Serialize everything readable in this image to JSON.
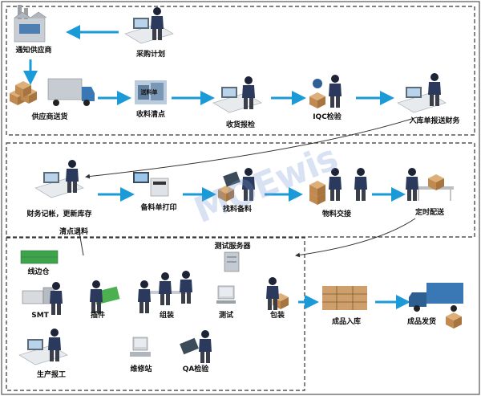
{
  "diagram": {
    "labels": {
      "notify_supplier": "通知供应商",
      "purchase_plan": "采购计划",
      "supplier_delivery": "供应商送货",
      "receive_check": "收料清点",
      "receive_inspect": "收货报检",
      "iqc": "IQC检验",
      "warehouse_finance": "入库单报送财务",
      "finance_book": "财务记帐，更新库存",
      "return_material": "清点退料",
      "picklist_print": "备料单打印",
      "find_material": "找料备料",
      "material_handover": "物料交接",
      "scheduled_delivery": "定时配送",
      "test_server": "测试服务器",
      "line_side_storage": "线边仓",
      "smt": "SMT",
      "insertion": "插件",
      "assembly": "组装",
      "testing": "测试",
      "packing": "包装",
      "finished_storage": "成品入库",
      "finished_shipping": "成品发货",
      "production_report": "生产报工",
      "repair_station": "维修站",
      "qa_inspection": "QA检验",
      "delivery_note": "送料单"
    },
    "watermark": "MOEwis",
    "colors": {
      "arrow": "#1a9bd7",
      "border": "#555555",
      "dashed": "#333333",
      "person": "#2b3a5c",
      "box": "#c9955a",
      "truck": "#3a78b5"
    }
  }
}
